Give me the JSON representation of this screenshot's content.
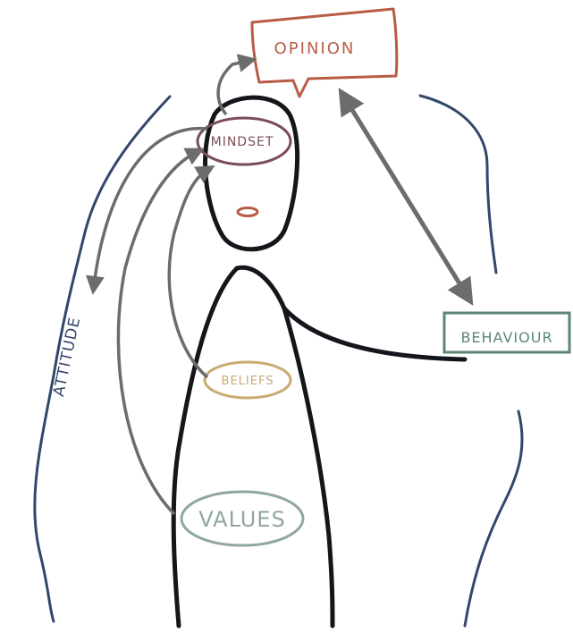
{
  "labels": {
    "opinion": "OPINION",
    "mindset": "MINDSET",
    "behaviour": "BEHAVIOUR",
    "beliefs": "BELIEFS",
    "values": "VALUES",
    "attitude": "ATTITUDE"
  },
  "colors": {
    "outline": "#15161c",
    "arrow": "#6b6c6b",
    "opinion": "#b95c46",
    "mindset": "#7a4e57",
    "behaviour": "#5c8773",
    "beliefs": "#c8ab73",
    "values": "#8fa89b",
    "attitude": "#33466b"
  }
}
